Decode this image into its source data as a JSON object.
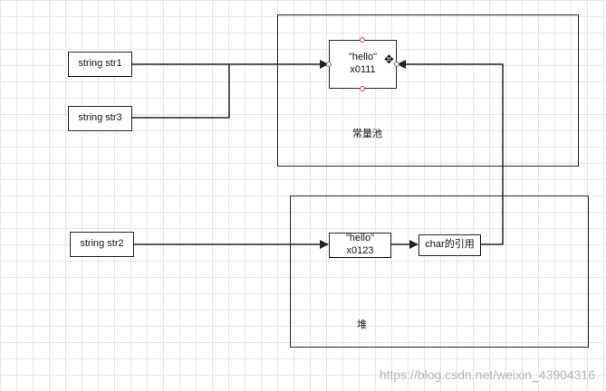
{
  "diagram": {
    "nodes": {
      "str1": "string str1",
      "str3": "string str3",
      "str2": "string str2",
      "const_hello_line1": "\"hello\"",
      "const_hello_line2": "x0111",
      "heap_hello_line1": "\"hello\"",
      "heap_hello_line2": "x0123",
      "char_ref": "char的引用"
    },
    "regions": {
      "constant_pool": "常量池",
      "heap": "堆"
    }
  },
  "watermark": "https://blog.csdn.net/weixin_43904316",
  "icons": {
    "move": "move-cursor-icon"
  }
}
